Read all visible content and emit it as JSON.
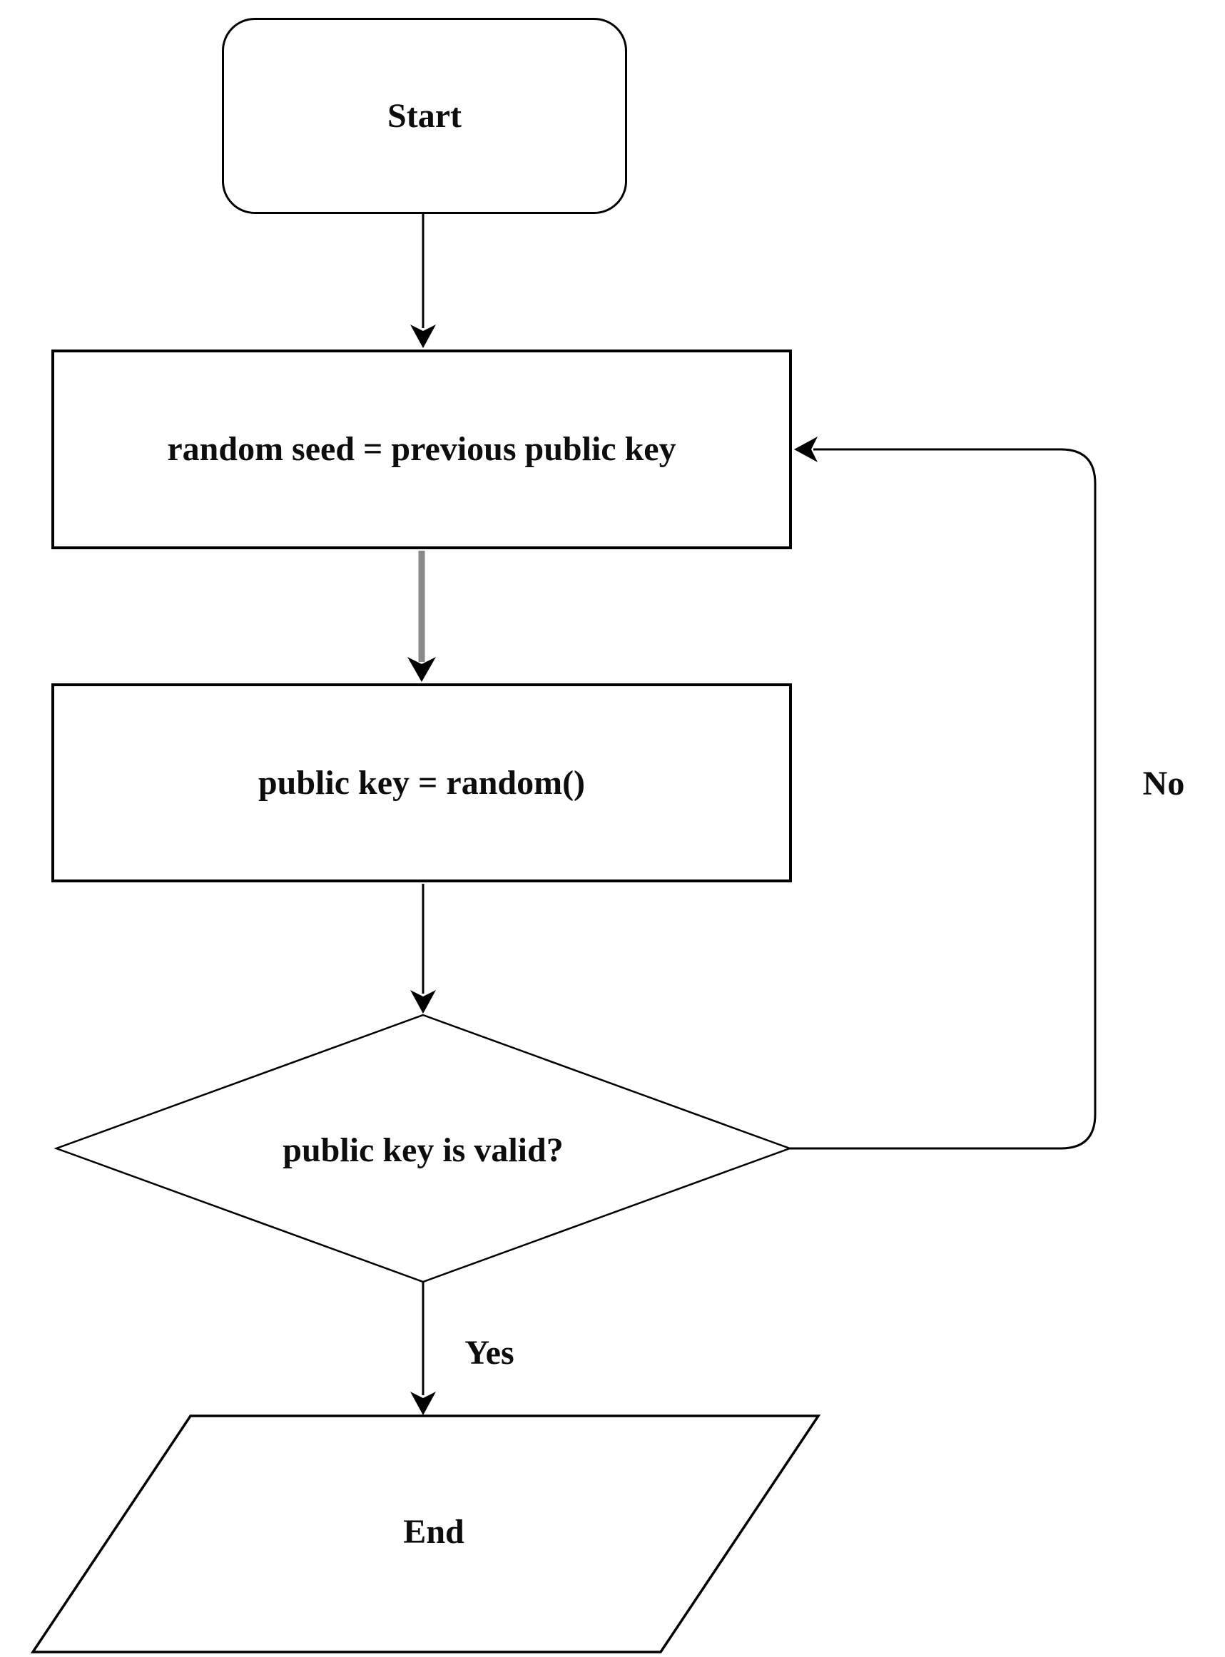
{
  "diagram": {
    "kind": "flowchart",
    "nodes": {
      "start": {
        "label": "Start",
        "shape": "rounded-rectangle"
      },
      "seed_assignment": {
        "label": "random seed = previous public key",
        "shape": "rectangle"
      },
      "key_generation": {
        "label": "public key = random()",
        "shape": "rectangle"
      },
      "validity_check": {
        "label": "public key is valid?",
        "shape": "diamond"
      },
      "end": {
        "label": "End",
        "shape": "parallelogram"
      }
    },
    "edges": {
      "yes_label": "Yes",
      "no_label": "No"
    },
    "colors": {
      "stroke": "#000000",
      "gray_connector": "#8a8a8a",
      "background": "#ffffff",
      "text": "#0d0d0d"
    }
  }
}
